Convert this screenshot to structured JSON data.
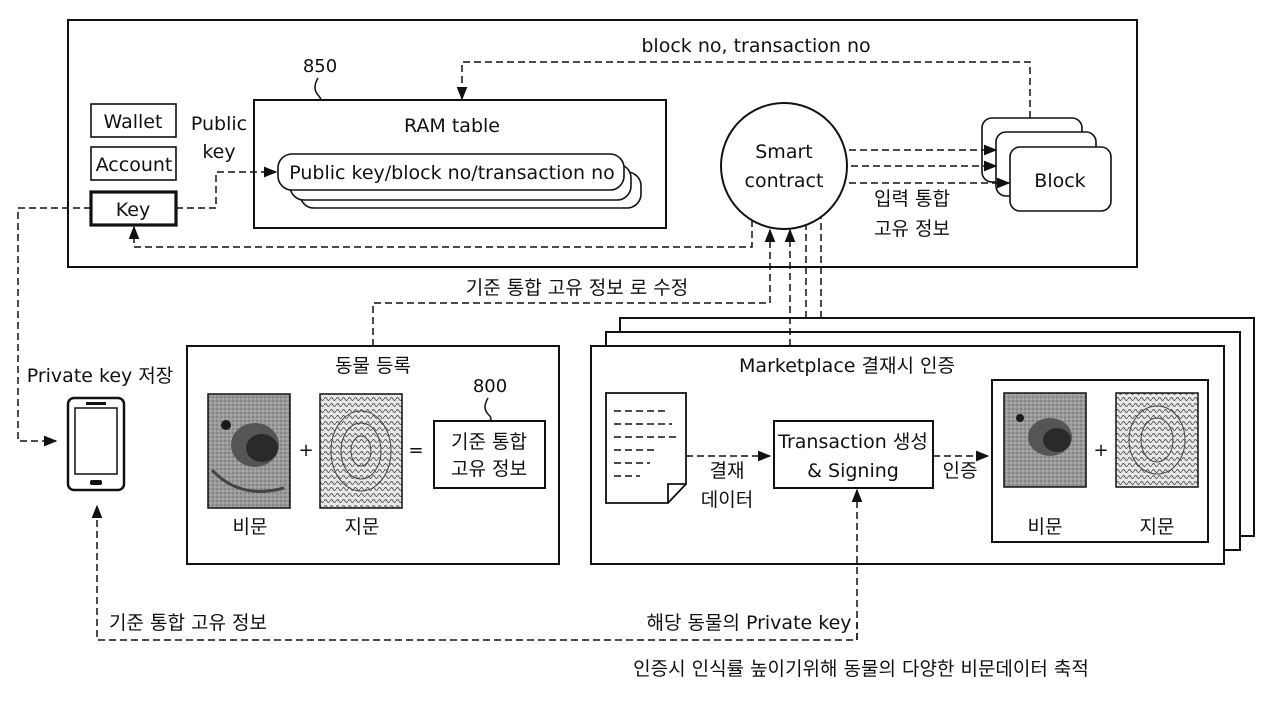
{
  "labels": {
    "ref_850": "850",
    "ref_800": "800",
    "wallet": "Wallet",
    "account": "Account",
    "key": "Key",
    "public_key_line1": "Public",
    "public_key_line2": "key",
    "ram_table_title": "RAM table",
    "ram_table_entry": "Public key/block no/transaction no",
    "smart_contract_line1": "Smart",
    "smart_contract_line2": "contract",
    "block": "Block",
    "block_no_transaction_no": "block no, transaction no",
    "input_unique_info_line1": "입력 통합",
    "input_unique_info_line2": "고유 정보",
    "modify_to_reference_info": "기준 통합 고유 정보 로 수정",
    "private_key_storage": "Private key 저장",
    "animal_registration": "동물 등록",
    "nose_print": "비문",
    "fingerprint": "지문",
    "plus": "+",
    "equals": "=",
    "reference_info_line1": "기준 통합",
    "reference_info_line2": "고유 정보",
    "marketplace_auth": "Marketplace 결재시 인증",
    "payment_data_line1": "결재",
    "payment_data_line2": "데이터",
    "transaction_line1": "Transaction 생성",
    "transaction_line2": "& Signing",
    "authentication": "인증",
    "bottom_left_reference_info": "기준 통합 고유 정보",
    "animal_private_key": "해당 동물의 Private key",
    "accumulate_note": "인증시 인식률 높이기위해 동물의 다양한 비문데이터 축적"
  },
  "icons": {
    "phone": "smartphone-icon",
    "document": "document-icon",
    "dog_nose": "dog-nose-photo",
    "fingerprint": "fingerprint-image"
  }
}
